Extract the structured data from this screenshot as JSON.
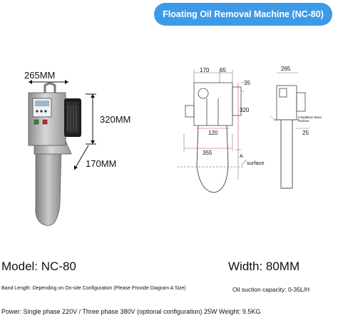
{
  "title": "Floating Oil Removal Machine (NC-80)",
  "photo": {
    "dim_width": "265MM",
    "dim_height": "320MM",
    "dim_depth": "170MM"
  },
  "drawing": {
    "dims": {
      "top_a": "170",
      "top_b": "65",
      "side_35": "35",
      "height_320": "320",
      "width_120": "120",
      "width_355": "355",
      "right_265": "265",
      "right_25": "25"
    },
    "labels": {
      "surface": "surface",
      "marker_a": "A",
      "install_note": "Installation Base Surface"
    }
  },
  "specs": {
    "model": "Model: NC-80",
    "width": "Width: 80MM",
    "band_length": "Band Length: Depending on On-site Configuration (Please Provide Diagram A Size)",
    "oil_capacity": "Oil suction capacity: 0-35L/H",
    "power": "Power: Single phase 220V / Three phase 380V (optional configuration) 25W Weight: 9.5KG"
  }
}
